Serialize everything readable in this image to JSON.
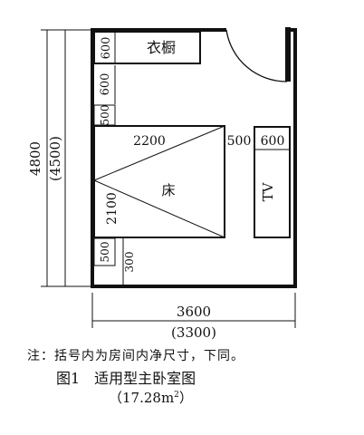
{
  "plan": {
    "overall_depth": "4800",
    "overall_depth_net": "(4500)",
    "overall_width": "3600",
    "overall_width_net": "(3300)",
    "wardrobe_label": "衣橱",
    "wardrobe_depth": "600",
    "passage_depth": "600",
    "side_clear_top": "500",
    "bed_length": "2200",
    "bed_width": "2100",
    "bed_label": "床",
    "side_clear_bottom": "500",
    "foot_clear": "300",
    "tv_clear": "500",
    "tv_cabinet_depth": "600",
    "tv_label": "TV"
  },
  "caption": {
    "note": "注：括号内为房间内净尺寸，下同。",
    "figure_title": "图1　适用型主卧室图",
    "area_prefix": "（17.28m",
    "area_sup": "2",
    "area_suffix": "）"
  }
}
